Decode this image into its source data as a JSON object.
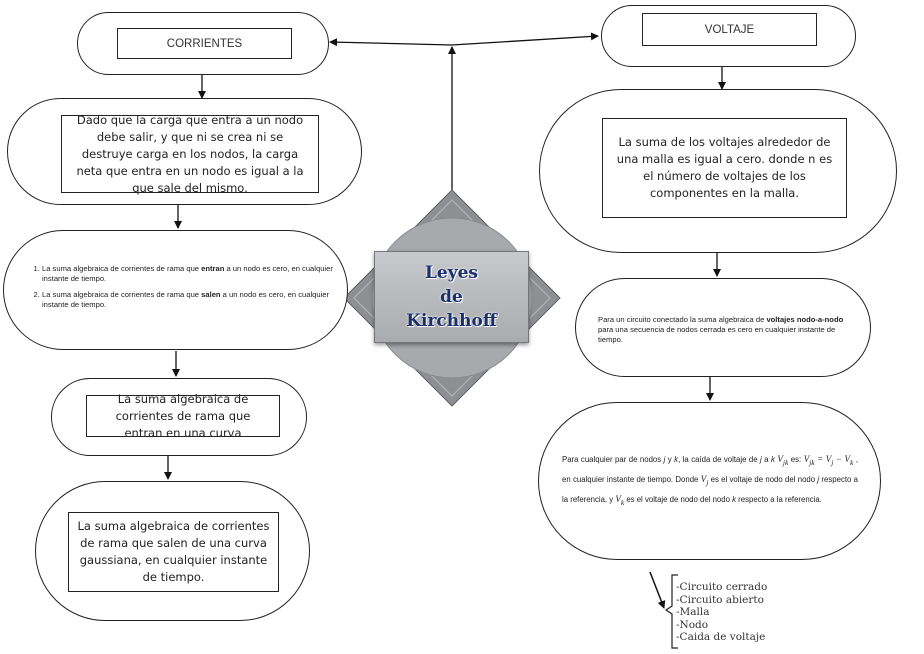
{
  "center": {
    "title_lines": [
      "Leyes",
      "de",
      "Kirchhoff"
    ]
  },
  "left": {
    "header": "CORRIENTES",
    "definition": "Dado que la carga que entra a un nodo debe salir, y que ni se crea ni se destruye carga en los nodos, la carga neta que entra en un nodo es igual a la que sale del mismo.",
    "list": {
      "item1_pre": "La suma algebraica de corrientes de rama que ",
      "item1_bold": "entran",
      "item1_post": " a un nodo es cero, en cualquier instante de tiempo.",
      "item2_pre": "La suma algebraica de corrientes de rama que ",
      "item2_bold": "salen",
      "item2_post": " a un nodo es cero, en cualquier instante de tiempo."
    },
    "curve_in": "La suma algebraica de corrientes de rama que entran en una curva",
    "curve_out": "La suma algebraica de corrientes de rama que salen de una curva gaussiana, en cualquier instante de tiempo."
  },
  "right": {
    "header": "VOLTAJE",
    "definition": "La suma de los voltajes alrededor de una malla es igual a cero. donde n es el número de voltajes de los componentes en la malla.",
    "node_law": {
      "pre": "Para un circuito conectado la suma algebraica de ",
      "bold": "voltajes nodo-a-nodo",
      "post": " para una secuencia de nodos cerrada es cero en cualquier instante de tiempo."
    },
    "pair": {
      "p1": "Para cualquier par de nodos ",
      "j": "j",
      "y": " y ",
      "k": "k",
      "p2": ", la caída de voltaje de ",
      "p3": " a ",
      "vjk": "V",
      "vjk_sub": "jk",
      "p4": " es:",
      "eq_lhs": "V",
      "eq_lhs_sub": "jk",
      "eq_mid": " = V",
      "eq_mid_sub": "j",
      "eq_minus": " − V",
      "eq_minus_sub": "k",
      "p5": " , en cualquier instante de tiempo. Donde ",
      "vj": "V",
      "vj_sub": "j",
      "p6": " es el voltaje de nodo del nodo ",
      "p7": " respecto a la referencia, y ",
      "vk": "V",
      "vk_sub": "k",
      "p8": " es el voltaje de nodo del nodo ",
      "p9": " respecto a la referencia."
    },
    "summary": [
      "-Circuito cerrado",
      "-Circuito abierto",
      "-Malla",
      "-Nodo",
      "-Caida de voltaje"
    ]
  }
}
